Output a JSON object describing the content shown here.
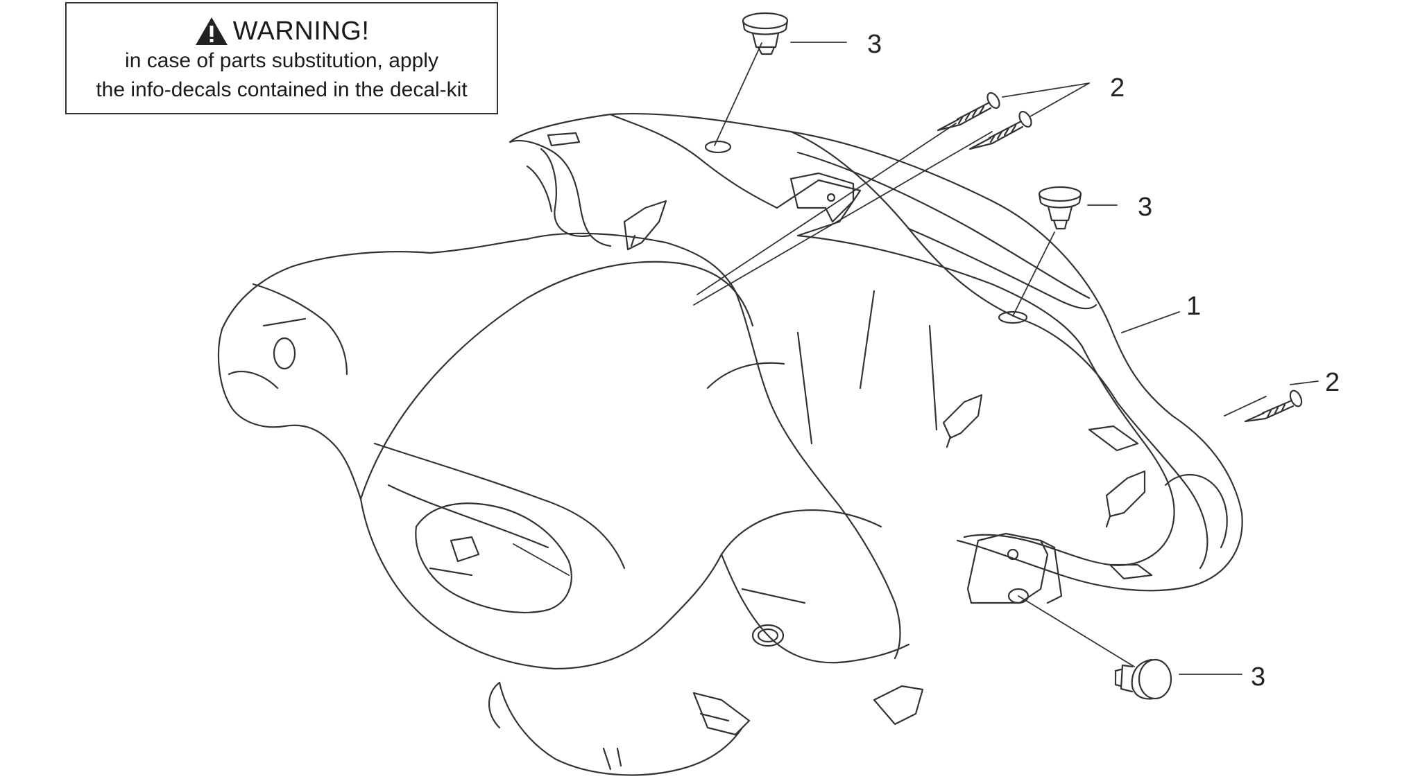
{
  "warning": {
    "icon": "warning-triangle-icon",
    "title": "WARNING!",
    "line1": "in case of parts substitution, apply",
    "line2": "the info-decals contained in the decal-kit"
  },
  "callouts": {
    "c1": "3",
    "c2": "2",
    "c3": "3",
    "c4": "1",
    "c5": "2",
    "c6": "3"
  },
  "colors": {
    "line": "#333333",
    "background": "#ffffff"
  }
}
